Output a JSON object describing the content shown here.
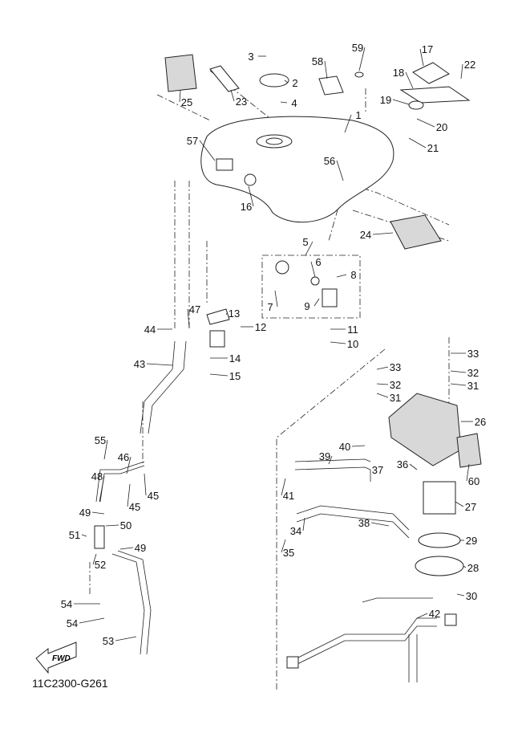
{
  "diagram_code": "11C2300-G261",
  "fwd_arrow_label": "FWD",
  "callouts": [
    "1",
    "2",
    "3",
    "4",
    "5",
    "6",
    "7",
    "8",
    "9",
    "10",
    "11",
    "12",
    "13",
    "14",
    "15",
    "16",
    "17",
    "18",
    "19",
    "20",
    "21",
    "22",
    "23",
    "24",
    "25",
    "26",
    "27",
    "28",
    "29",
    "30",
    "31",
    "31",
    "32",
    "32",
    "33",
    "33",
    "34",
    "35",
    "36",
    "37",
    "38",
    "39",
    "40",
    "41",
    "42",
    "43",
    "44",
    "45",
    "45",
    "46",
    "47",
    "48",
    "49",
    "49",
    "50",
    "51",
    "52",
    "53",
    "54",
    "54",
    "55",
    "56",
    "57",
    "58",
    "59",
    "60"
  ]
}
